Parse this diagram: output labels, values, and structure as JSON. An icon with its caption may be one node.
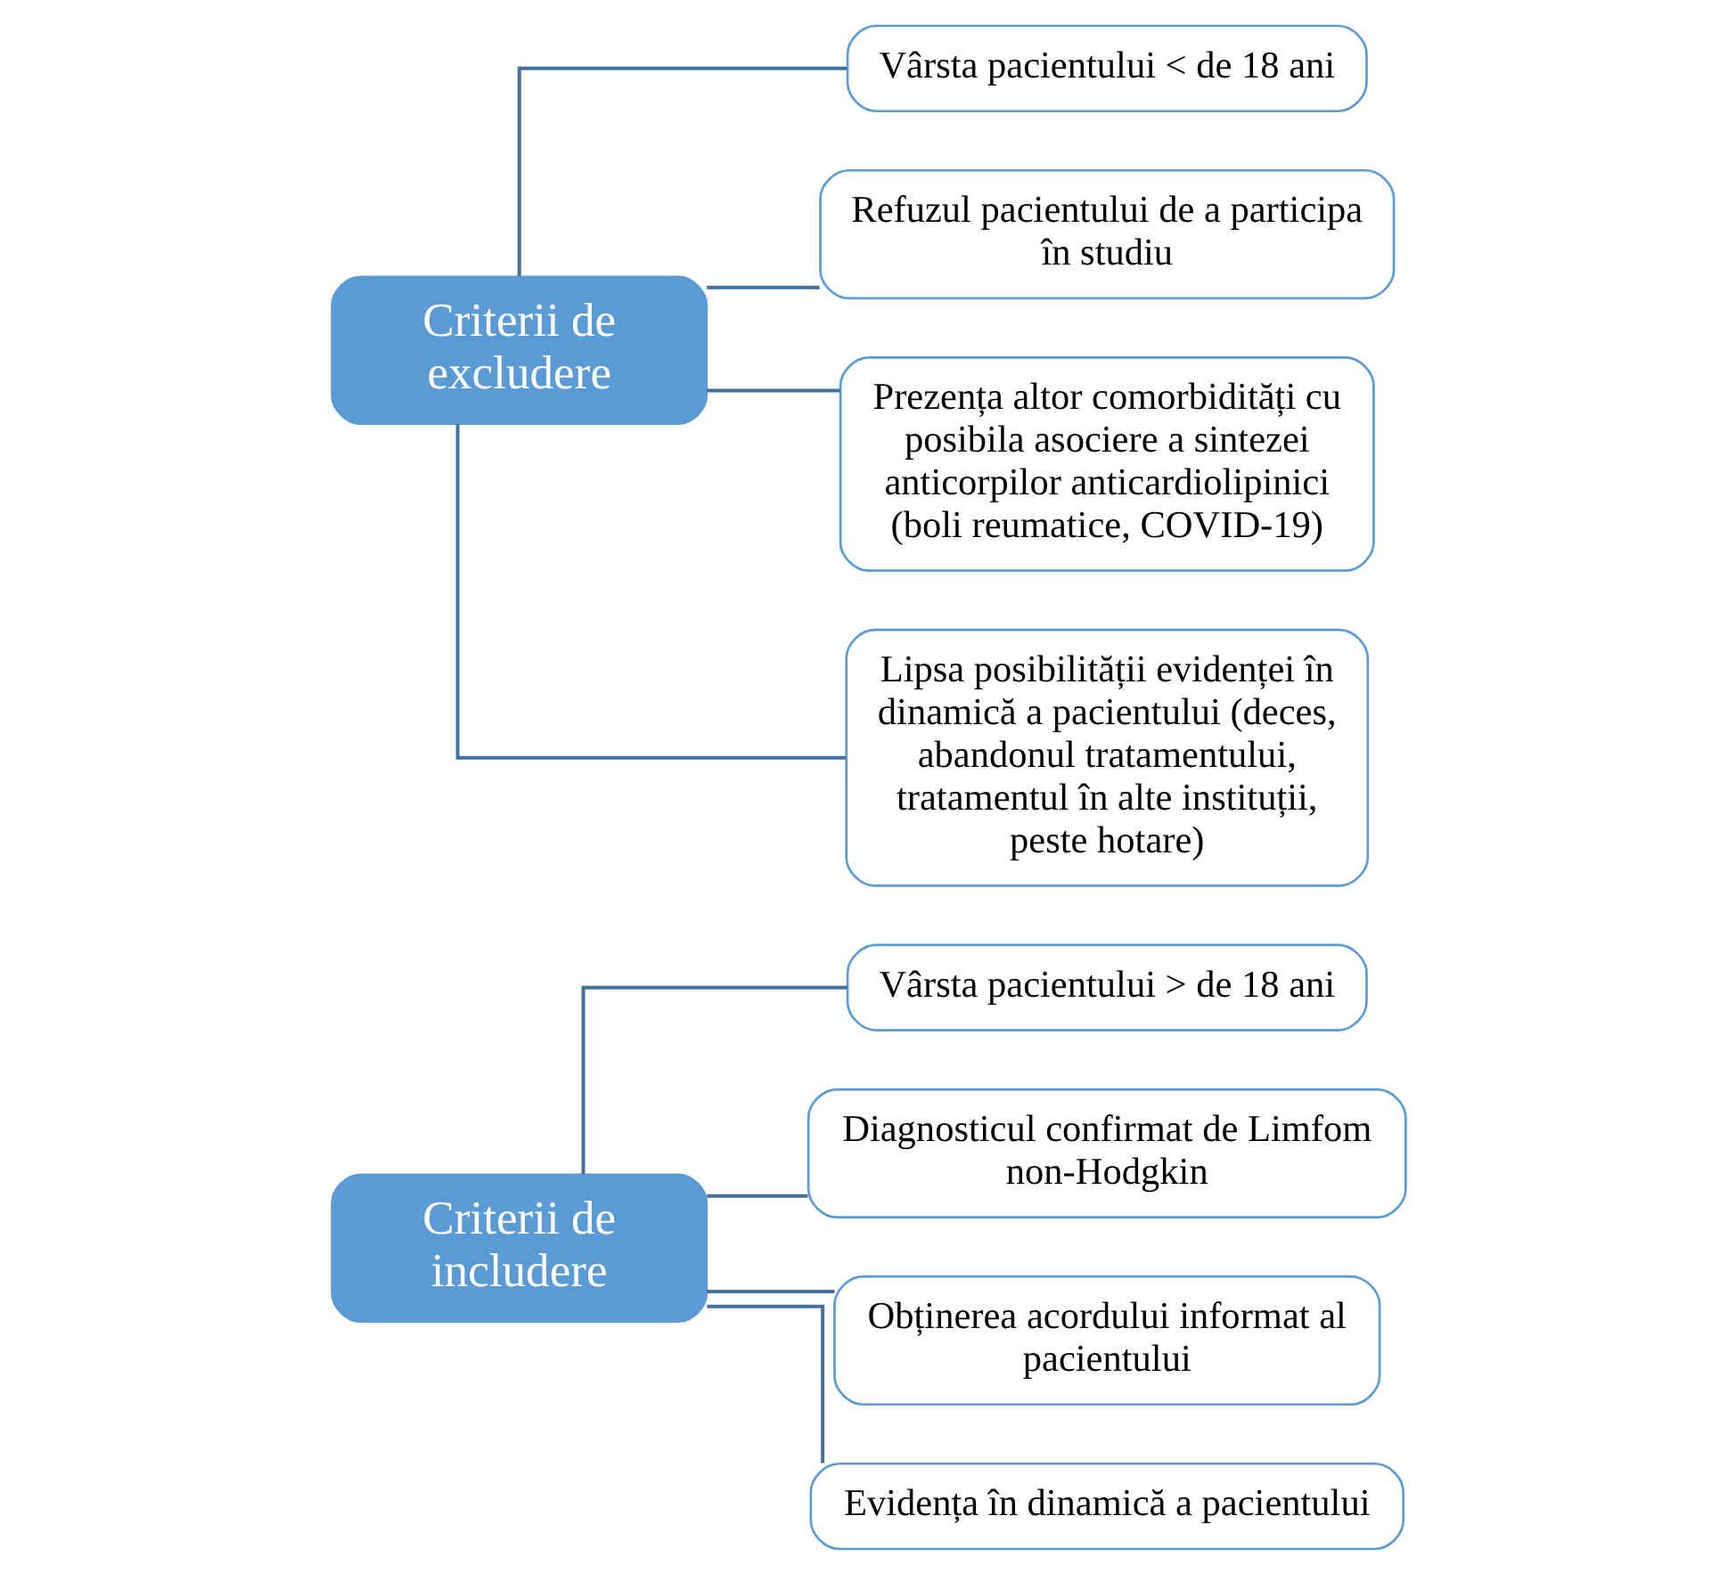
{
  "diagram": {
    "nodes": [
      {
        "text": [
          "Criterii de includere"
        ]
      },
      {
        "text": [
          "Vârsta pacientului > de 18 ani"
        ]
      },
      {
        "text": [
          "Diagnosticul confirmat de Limfom non-Hodgkin"
        ]
      },
      {
        "text": [
          "Obținerea acordului informat al pacientului"
        ]
      },
      {
        "text": [
          "Evidența în dinamică a pacientului"
        ]
      },
      {
        "text": [
          "Criterii de excludere"
        ]
      },
      {
        "text": [
          "Vârsta pacientului < de 18 ani"
        ]
      },
      {
        "text": [
          "Refuzul pacientului de a participa în studiu"
        ]
      },
      {
        "text": [
          "Prezența altor comorbidități cu posibila asociere a sintezei anticorpilor anticardiolipinici (boli reumatice, COVID-19)"
        ]
      },
      {
        "text": [
          "Lipsa posibilității evidenței în dinamică a pacientului (deces, abandonul tratamentului, tratamentul în alte instituții, peste hotare)"
        ]
      }
    ],
    "edges": [
      {
        "from": 0,
        "to": 1,
        "arrow": "none"
      },
      {
        "from": 0,
        "to": 2,
        "arrow": "none"
      },
      {
        "from": 0,
        "to": 3,
        "arrow": "none"
      },
      {
        "from": 0,
        "to": 4,
        "arrow": "none"
      },
      {
        "from": 5,
        "to": 6,
        "arrow": "none"
      },
      {
        "from": 5,
        "to": 7,
        "arrow": "none"
      },
      {
        "from": 5,
        "to": 8,
        "arrow": "none"
      },
      {
        "from": 5,
        "to": 9,
        "arrow": "none"
      }
    ]
  }
}
